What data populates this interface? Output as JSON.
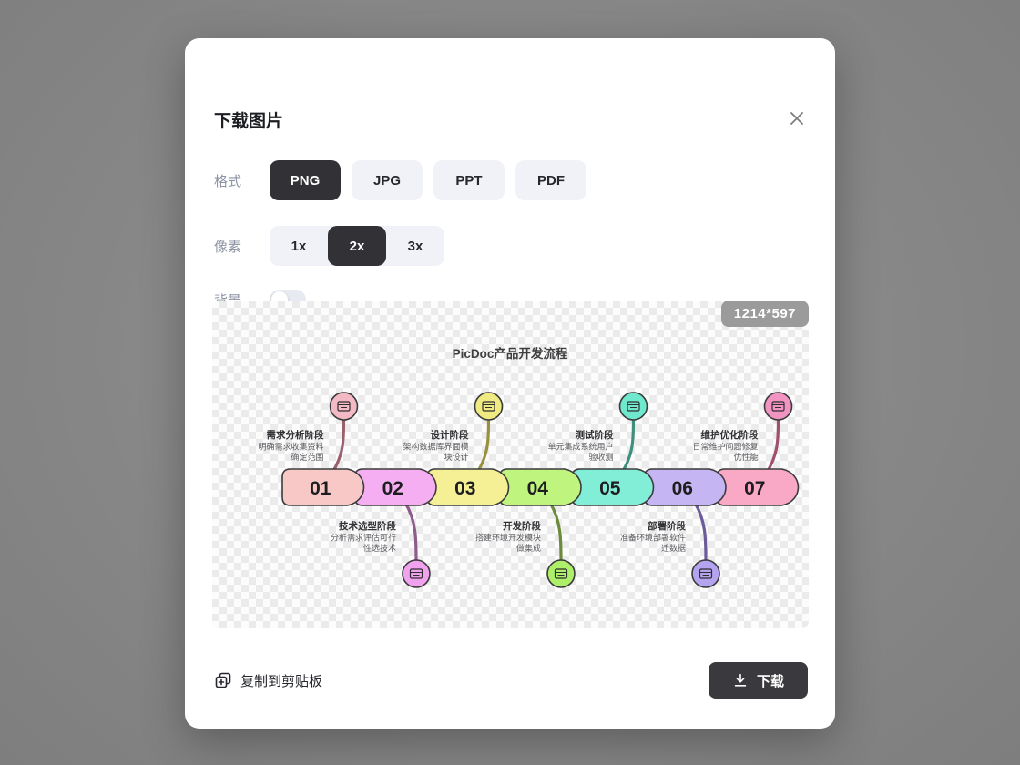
{
  "dialog": {
    "title": "下载图片",
    "format": {
      "label": "格式",
      "options": [
        {
          "label": "PNG",
          "selected": true
        },
        {
          "label": "JPG",
          "selected": false
        },
        {
          "label": "PPT",
          "selected": false
        },
        {
          "label": "PDF",
          "selected": false
        }
      ]
    },
    "pixel": {
      "label": "像素",
      "options": [
        {
          "label": "1x",
          "selected": false
        },
        {
          "label": "2x",
          "selected": true
        },
        {
          "label": "3x",
          "selected": false
        }
      ]
    },
    "background_row": {
      "label": "背景",
      "toggle_on": false
    },
    "preview": {
      "size_badge": "1214*597"
    },
    "footer": {
      "copy_label": "复制到剪贴板",
      "download_label": "下载"
    }
  },
  "diagram": {
    "title": "PicDoc产品开发流程",
    "stages": [
      {
        "num": "01",
        "side": "top",
        "name": "需求分析阶段",
        "desc": [
          "明确需求收集资料",
          "确定范围"
        ],
        "fill": "#f8c8c6",
        "circle": "#f3b9c5",
        "accent": "#9c5f6e",
        "icon": "requirements-doc-icon"
      },
      {
        "num": "02",
        "side": "bottom",
        "name": "技术选型阶段",
        "desc": [
          "分析需求评估可行",
          "性选技术"
        ],
        "fill": "#f6aef2",
        "circle": "#f0a2ee",
        "accent": "#8f5a8c",
        "icon": "tech-tool-icon"
      },
      {
        "num": "03",
        "side": "top",
        "name": "设计阶段",
        "desc": [
          "架构数据库界面模",
          "块设计"
        ],
        "fill": "#f5f096",
        "circle": "#f0ea83",
        "accent": "#99913f",
        "icon": "design-draft-icon"
      },
      {
        "num": "04",
        "side": "bottom",
        "name": "开发阶段",
        "desc": [
          "搭建环境开发模块",
          "做集成"
        ],
        "fill": "#bff47e",
        "circle": "#aeef69",
        "accent": "#6c8a3c",
        "icon": "code-window-icon"
      },
      {
        "num": "05",
        "side": "top",
        "name": "测试阶段",
        "desc": [
          "单元集成系统用户",
          "验收测"
        ],
        "fill": "#82eed7",
        "circle": "#6fe8ce",
        "accent": "#3f8f7d",
        "icon": "test-package-icon"
      },
      {
        "num": "06",
        "side": "bottom",
        "name": "部署阶段",
        "desc": [
          "准备环境部署软件",
          "迁数据"
        ],
        "fill": "#c5b5f3",
        "circle": "#b4a3ef",
        "accent": "#6b5b99",
        "icon": "deploy-box-icon"
      },
      {
        "num": "07",
        "side": "top",
        "name": "维护优化阶段",
        "desc": [
          "日常维护问题修复",
          "优性能"
        ],
        "fill": "#f9a9c6",
        "circle": "#f194c1",
        "accent": "#a0506f",
        "icon": "maintain-image-icon"
      }
    ]
  }
}
